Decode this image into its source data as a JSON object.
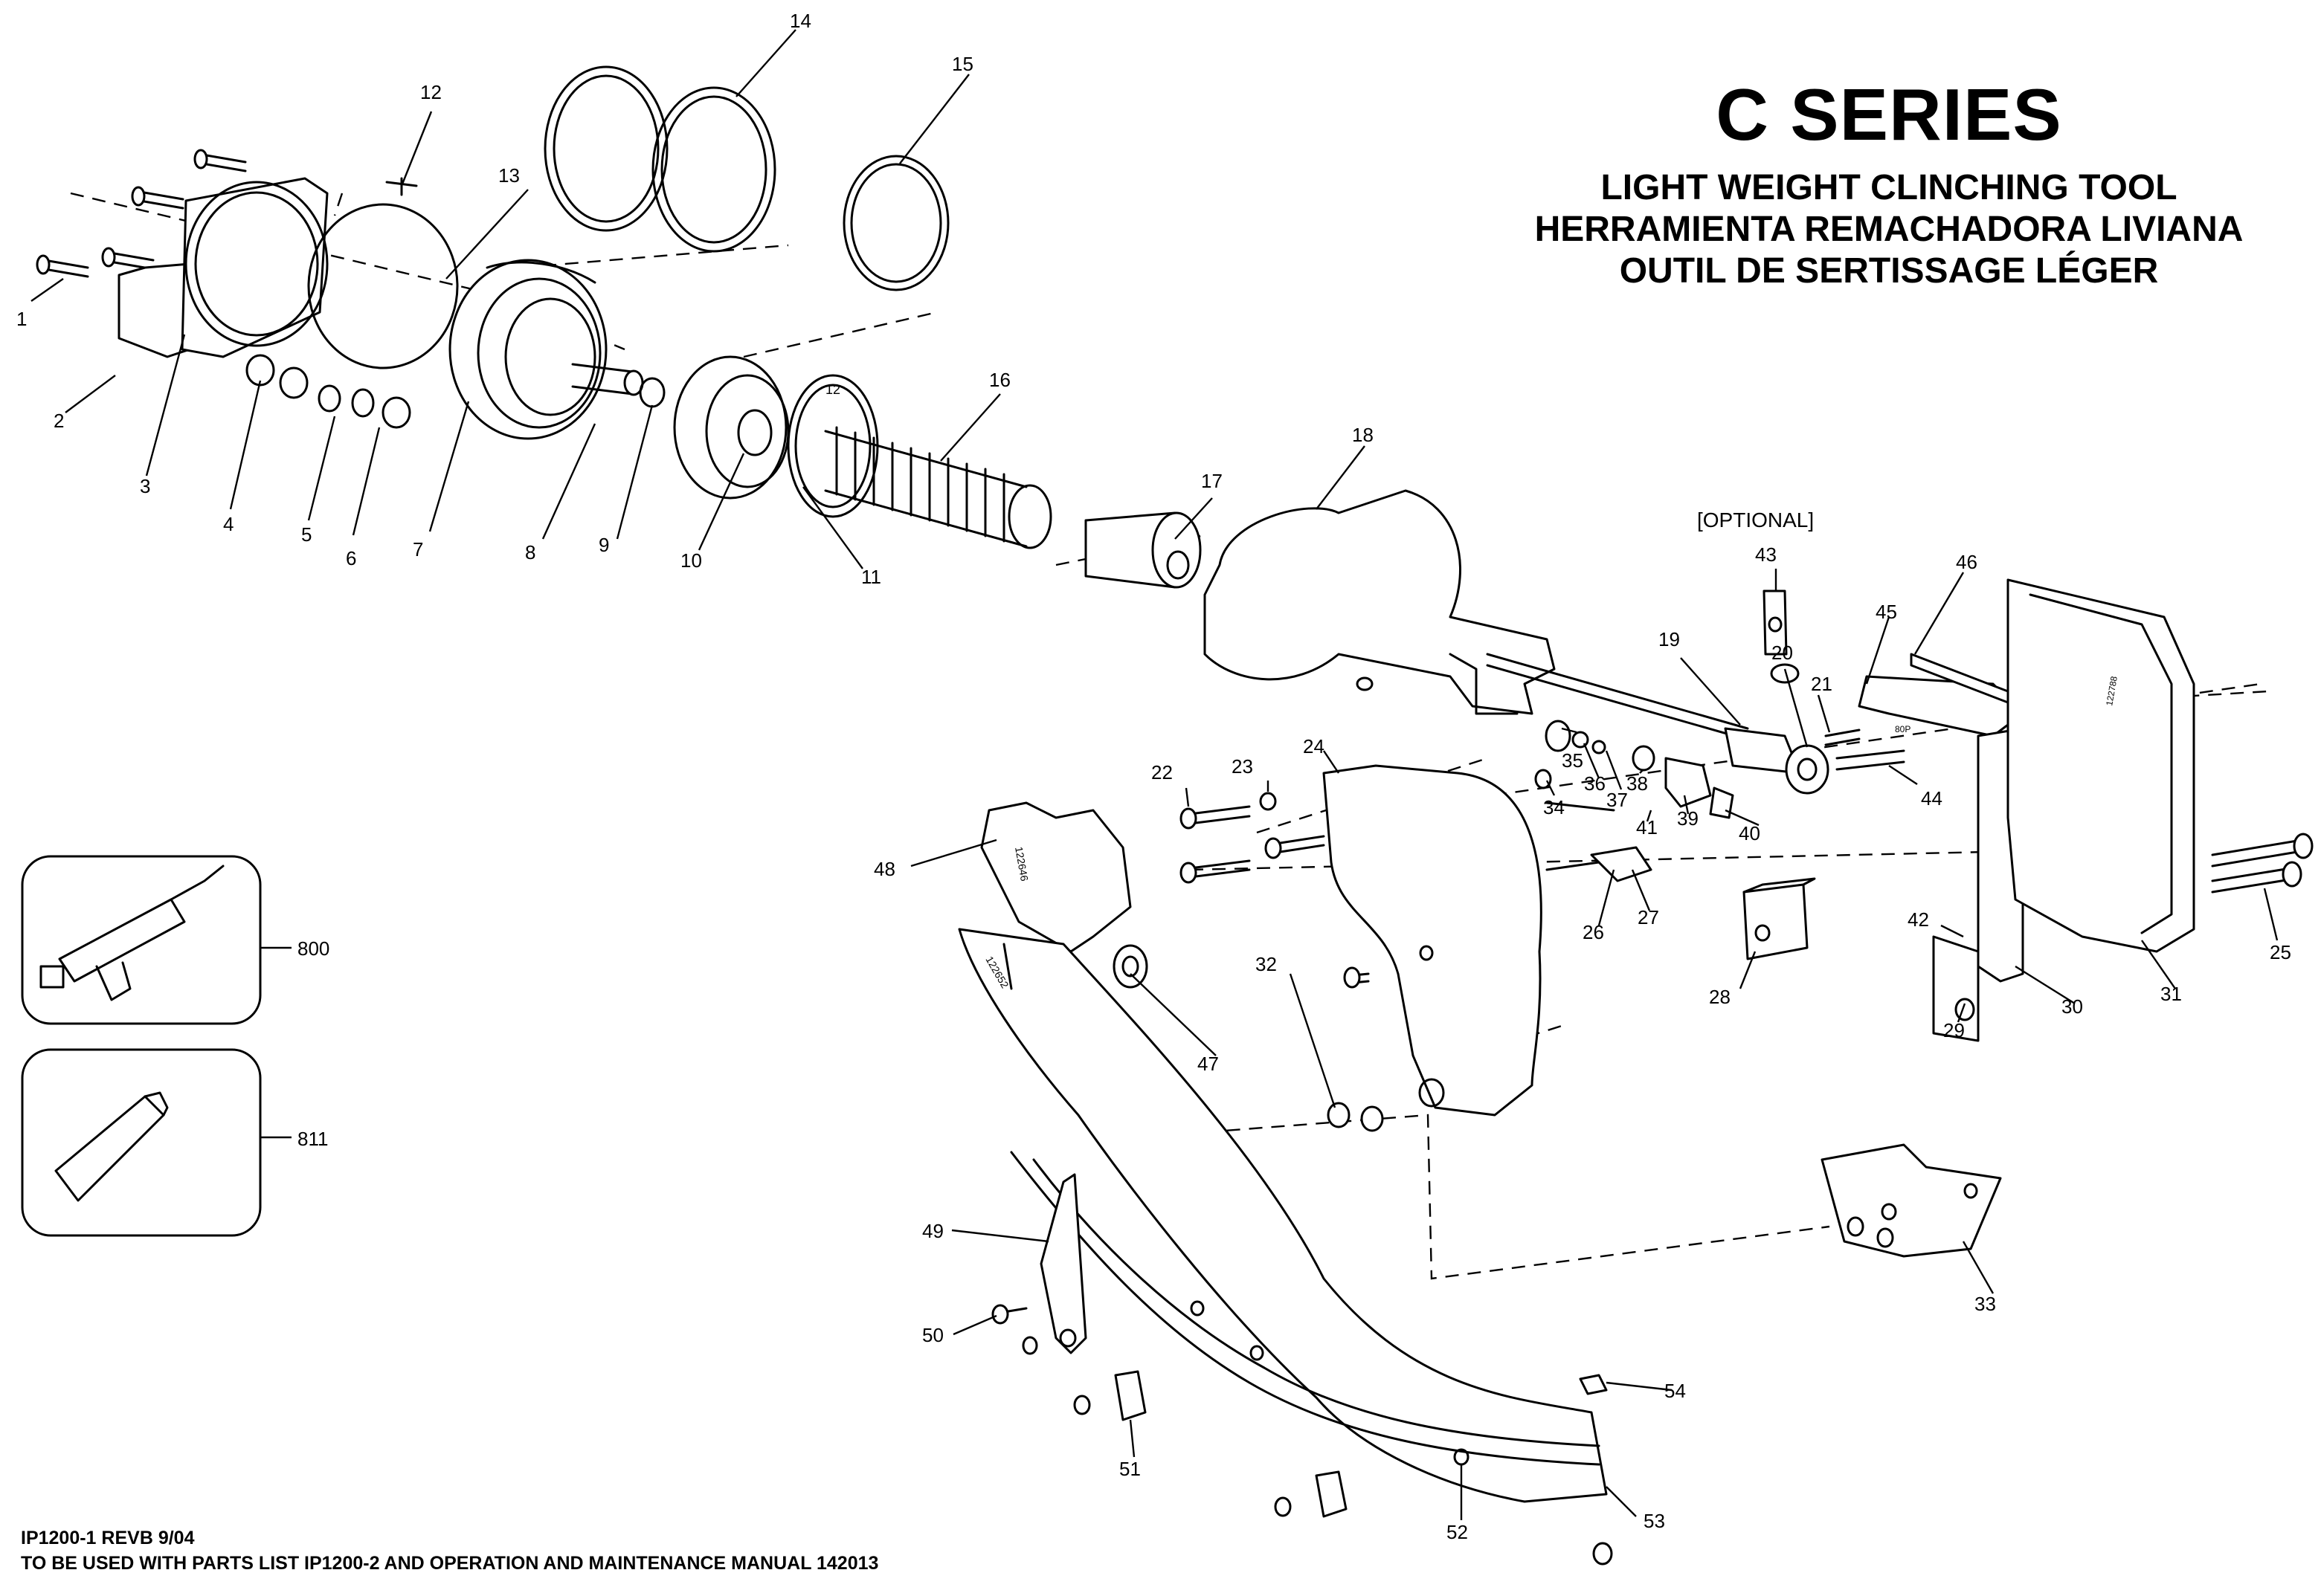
{
  "title": "C SERIES",
  "subtitles": [
    "LIGHT WEIGHT CLINCHING TOOL",
    "HERRAMIENTA REMACHADORA LIVIANA",
    "OUTIL DE SERTISSAGE LÉGER"
  ],
  "optional_label": "[OPTIONAL]",
  "footer": {
    "line1": "IP1200-1 REVB 9/04",
    "line2": "TO BE USED WITH PARTS LIST IP1200-2 AND OPERATION AND MAINTENANCE MANUAL 142013"
  },
  "callouts": [
    "1",
    "2",
    "3",
    "4",
    "5",
    "6",
    "7",
    "8",
    "9",
    "10",
    "11",
    "12",
    "13",
    "14",
    "15",
    "16",
    "17",
    "18",
    "19",
    "20",
    "21",
    "22",
    "23",
    "24",
    "25",
    "26",
    "27",
    "28",
    "29",
    "30",
    "31",
    "32",
    "33",
    "34",
    "35",
    "36",
    "37",
    "38",
    "39",
    "40",
    "41",
    "42",
    "43",
    "44",
    "45",
    "46",
    "47",
    "48",
    "49",
    "50",
    "51",
    "52",
    "53",
    "54",
    "800",
    "811"
  ],
  "part_stamps": [
    "12",
    "122646",
    "122652",
    "122788",
    "80P"
  ]
}
